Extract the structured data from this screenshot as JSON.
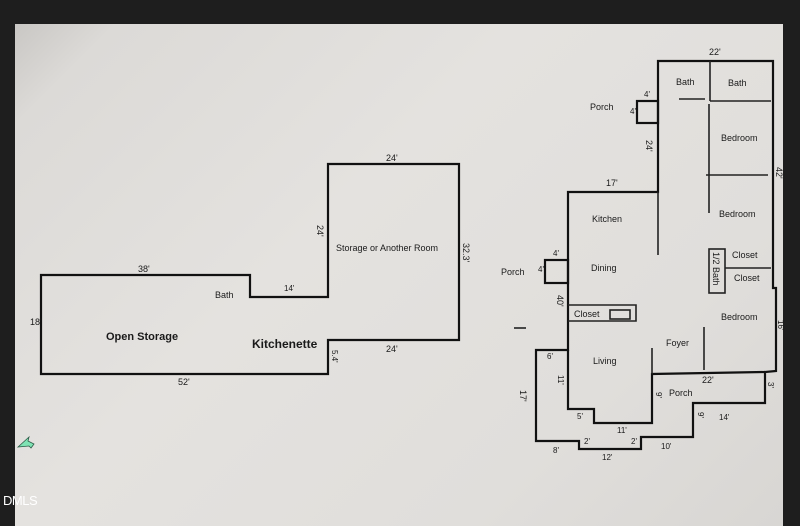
{
  "left_plan": {
    "rooms": {
      "open_storage": "Open Storage",
      "bath": "Bath",
      "kitchenette": "Kitchenette",
      "storage": "Storage or Another Room"
    },
    "dims": {
      "top_38": "38'",
      "left_18": "18'",
      "bottom_52": "52'",
      "step_14": "14'",
      "wall_24v": "24'",
      "top_24": "24'",
      "right_32": "32.3'",
      "bottom_24": "24'",
      "small_5": "5.4'"
    }
  },
  "right_plan": {
    "rooms": {
      "bath1": "Bath",
      "bath2": "Bath",
      "porch_top": "Porch",
      "bedroom1": "Bedroom",
      "bedroom2": "Bedroom",
      "kitchen": "Kitchen",
      "dining": "Dining",
      "porch_left": "Porch",
      "half_bath": "1/2 Bath",
      "closet1": "Closet",
      "closet2": "Closet",
      "closet_hall": "Closet",
      "bedroom3": "Bedroom",
      "foyer": "Foyer",
      "living": "Living",
      "porch_front": "Porch"
    },
    "dims": {
      "top_22": "22'",
      "porch_4a": "4'",
      "porch_4b": "4'",
      "wall_24": "24'",
      "right_42": "42'",
      "kitchen_17": "17'",
      "porch2_4a": "4'",
      "porch2_4b": "4'",
      "left_40": "40'",
      "right_16": "16'",
      "mid_22": "22'",
      "d_6": "6'",
      "d_11v": "11'",
      "d_17": "17'",
      "d_5": "5'",
      "d_11": "11'",
      "d_8": "8'",
      "d_12": "12'",
      "d_10": "10'",
      "d_14": "14'",
      "d_9a": "9'",
      "d_9b": "9'",
      "d_3": "3'",
      "d_2a": "2'",
      "d_2b": "2'"
    }
  },
  "watermark": "DMLS",
  "colors": {
    "compass": "#7fe3b4",
    "background": "#1e1e1e"
  }
}
